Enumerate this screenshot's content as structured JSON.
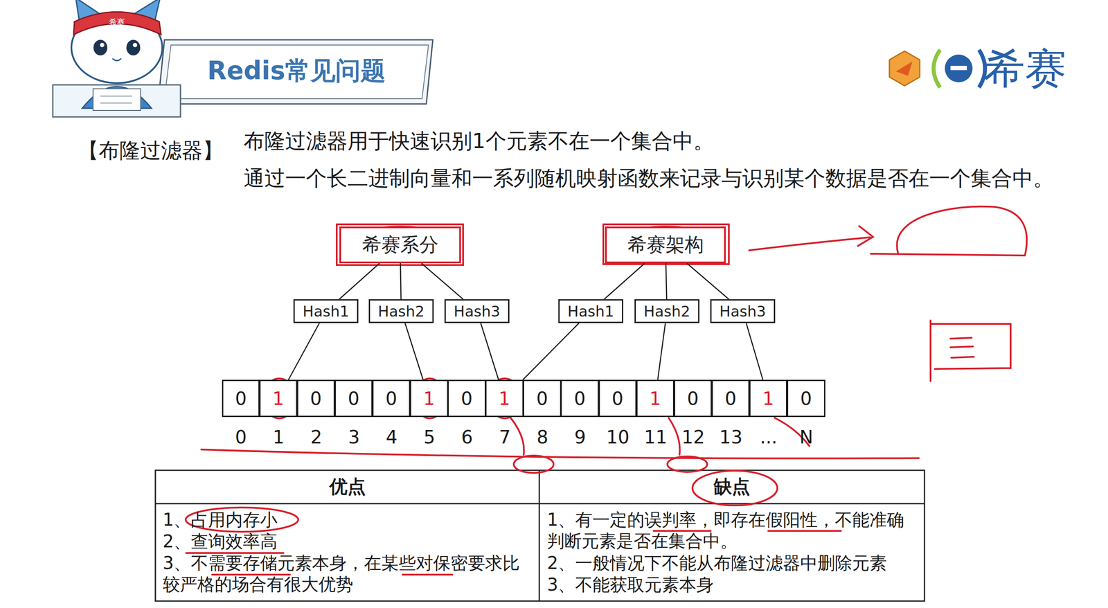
{
  "diagram": {
    "title": "Redis常见问题",
    "nodes": [
      {
        "text": [
          "希赛系分"
        ]
      },
      {
        "text": [
          "希赛架构"
        ]
      },
      {
        "text": [
          "Hash1"
        ]
      },
      {
        "text": [
          "Hash2"
        ]
      },
      {
        "text": [
          "Hash3"
        ]
      },
      {
        "text": [
          "Hash1"
        ]
      },
      {
        "text": [
          "Hash2"
        ]
      },
      {
        "text": [
          "Hash3"
        ]
      },
      {
        "text": [
          "0"
        ]
      },
      {
        "text": [
          "1"
        ]
      },
      {
        "text": [
          "0"
        ]
      },
      {
        "text": [
          "0"
        ]
      },
      {
        "text": [
          "0"
        ]
      },
      {
        "text": [
          "1"
        ]
      },
      {
        "text": [
          "0"
        ]
      },
      {
        "text": [
          "1"
        ]
      },
      {
        "text": [
          "0"
        ]
      },
      {
        "text": [
          "0"
        ]
      },
      {
        "text": [
          "0"
        ]
      },
      {
        "text": [
          "1"
        ]
      },
      {
        "text": [
          "0"
        ]
      },
      {
        "text": [
          "0"
        ]
      },
      {
        "text": [
          "1"
        ]
      },
      {
        "text": [
          "0"
        ]
      }
    ],
    "edges": [
      {
        "from": 0,
        "to": 2,
        "arrow": "none"
      },
      {
        "from": 0,
        "to": 3,
        "arrow": "none"
      },
      {
        "from": 0,
        "to": 4,
        "arrow": "none"
      },
      {
        "from": 1,
        "to": 5,
        "arrow": "none"
      },
      {
        "from": 1,
        "to": 6,
        "arrow": "none"
      },
      {
        "from": 1,
        "to": 7,
        "arrow": "none"
      },
      {
        "from": 2,
        "to": 9,
        "arrow": "none"
      },
      {
        "from": 3,
        "to": 13,
        "arrow": "none"
      },
      {
        "from": 4,
        "to": 15,
        "arrow": "none"
      },
      {
        "from": 5,
        "to": 15,
        "arrow": "none"
      },
      {
        "from": 6,
        "to": 19,
        "arrow": "none"
      },
      {
        "from": 7,
        "to": 22,
        "arrow": "none"
      }
    ],
    "labels": [
      "希赛",
      "希赛",
      "【布隆过滤器】",
      "布隆过滤器用于快速识别1个元素不在一个集合中。",
      "通过一个长二进制向量和一系列随机映射函数来记录与识别某个数据是否在一个集合中。",
      "0",
      "1",
      "2",
      "3",
      "4",
      "5",
      "6",
      "7",
      "8",
      "9",
      "10",
      "11",
      "12",
      "13",
      "...",
      "N",
      "优点",
      "缺点",
      "1、占用内存小",
      "2、查询效率高",
      "3、不需要存储元素本身，在某些对保密要求比较严格的场合有很大优势",
      "1、有一定的误判率，即存在假阳性，不能准确判断元素是否在集合中。",
      "2、一般情况下不能从布隆过滤器中删除元素",
      "3、不能获取元素本身"
    ]
  }
}
